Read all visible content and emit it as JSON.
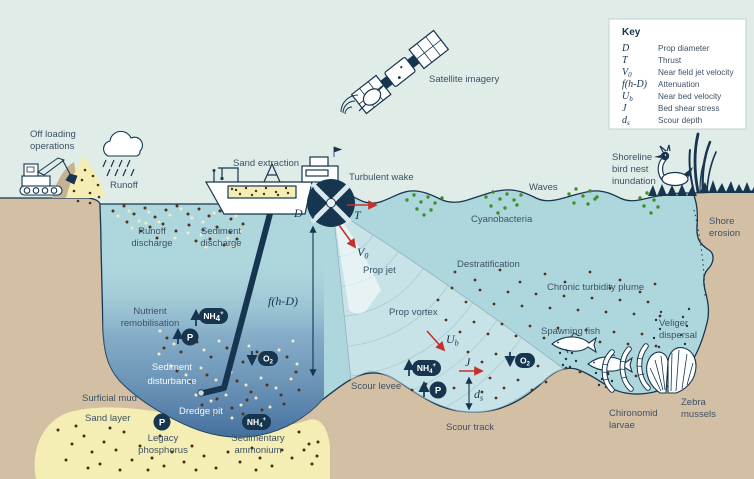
{
  "key": {
    "title": "Key",
    "entries": [
      {
        "sym": "D",
        "sub": "",
        "label": "Prop diameter"
      },
      {
        "sym": "T",
        "sub": "",
        "label": "Thrust"
      },
      {
        "sym": "V",
        "sub": "0",
        "label": "Near field jet velocity"
      },
      {
        "sym": "f(h-D)",
        "sub": "",
        "label": "Attenuation"
      },
      {
        "sym": "U",
        "sub": "b",
        "label": "Near bed velocity"
      },
      {
        "sym": "J",
        "sub": "",
        "label": "Bed shear stress"
      },
      {
        "sym": "d",
        "sub": "s",
        "label": "Scour depth"
      }
    ]
  },
  "labels": {
    "off_loading_1": "Off loading",
    "off_loading_2": "operations",
    "runoff": "Runoff",
    "sand_extraction": "Sand extraction",
    "satellite_imagery": "Satellite imagery",
    "turbulent_wake": "Turbulent wake",
    "waves": "Waves",
    "cyanobacteria": "Cyanobacteria",
    "shoreline_bird_1": "Shoreline",
    "shoreline_bird_2": "bird nest",
    "shoreline_bird_3": "inundation",
    "shore_erosion_1": "Shore",
    "shore_erosion_2": "erosion",
    "runoff_discharge_1": "Runoff",
    "runoff_discharge_2": "discharge",
    "sediment_discharge_1": "Sediment",
    "sediment_discharge_2": "discharge",
    "destratification": "Destratification",
    "chronic_turbidity_plume": "Chronic turbidity plume",
    "nutrient_remobilisation_1": "Nutrient",
    "nutrient_remobilisation_2": "remobilisation",
    "prop_jet": "Prop jet",
    "prop_vortex": "Prop vortex",
    "spawning_fish": "Spawning fish",
    "veliger_dispersal_1": "Veliger",
    "veliger_dispersal_2": "dispersal",
    "sediment_disturbance_1": "Sediment",
    "sediment_disturbance_2": "disturbance",
    "surficial_mud": "Surficial mud",
    "sand_layer": "Sand layer",
    "dredge_pit": "Dredge pit",
    "legacy_phosphorus_1": "Legacy",
    "legacy_phosphorus_2": "phosphorus",
    "sedimentary_ammonium_1": "Sedimentary",
    "sedimentary_ammonium_2": "ammonium",
    "scour_levee": "Scour levee",
    "scour_track": "Scour track",
    "chironomid_larvae_1": "Chironomid",
    "chironomid_larvae_2": "larvae",
    "zebra_mussels_1": "Zebra",
    "zebra_mussels_2": "mussels"
  },
  "badges": {
    "nh4": {
      "main": "NH",
      "sub": "4",
      "sup": "+"
    },
    "p": {
      "main": "P"
    },
    "o2": {
      "main": "O",
      "sub": "2"
    }
  },
  "colors": {
    "sky": "#dfece8",
    "water": "#aed7dd",
    "deep_water": "#3f6b9a",
    "land": "#d3c0a4",
    "sand": "#f4edb4",
    "navy": "#16354f",
    "red_arrow": "#c8312b",
    "green_dot": "#3f8f28",
    "brown_dot": "#53321c",
    "cream_dot": "#f2ecc4",
    "label_text": "#3d5166"
  }
}
